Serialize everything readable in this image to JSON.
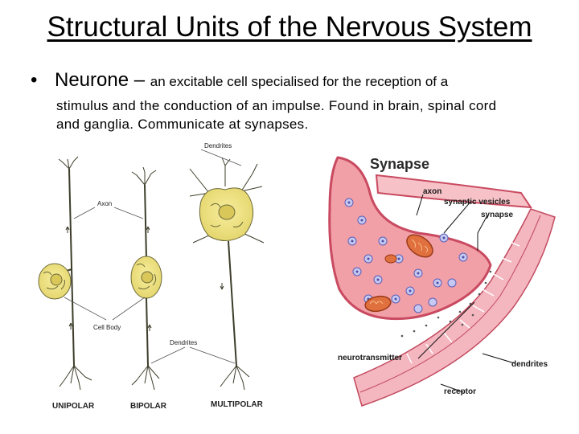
{
  "slide": {
    "title": "Structural Units of the Nervous System",
    "bullet": {
      "term": "Neurone",
      "dash": "–",
      "definition_start": "an excitable cell specialised for the reception of a",
      "line2": "stimulus and the conduction of an impulse. Found in brain, spinal cord",
      "line3": "and ganglia. Communicate at synapses."
    }
  },
  "neuron_figure": {
    "labels": {
      "dendrites_top": "Dendrites",
      "axon": "Axon",
      "cell_body": "Cell Body",
      "dendrites_bottom": "Dendrites"
    },
    "types": [
      "UNIPOLAR",
      "BIPOLAR",
      "MULTIPOLAR"
    ],
    "colors": {
      "cell": "#efe48a",
      "outline": "#6d6a3a",
      "fiber": "#3d3d2a"
    }
  },
  "synapse_figure": {
    "title": "Synapse",
    "labels": {
      "axon": "axon",
      "vesicles": "synaptic vesicles",
      "synapse": "synapse",
      "neurotransmitter": "neurotransmitter",
      "dendrites": "dendrites",
      "receptor": "receptor"
    },
    "colors": {
      "terminal": "#f2a0a8",
      "membrane": "#d2556a",
      "vesicle": "#7a7fd0",
      "mito": "#e0703e"
    }
  }
}
